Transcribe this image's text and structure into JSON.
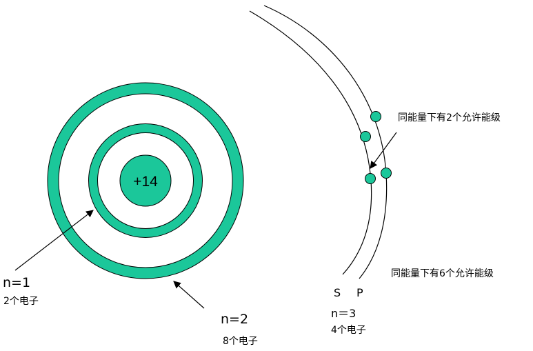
{
  "colors": {
    "shell_fill": "#1bc79a",
    "stroke": "#000000",
    "background": "#ffffff"
  },
  "nucleus": {
    "charge_label": "+14"
  },
  "shells": [
    {
      "n_label": "n=1",
      "electrons_label": "2个电子"
    },
    {
      "n_label": "n=2",
      "electrons_label": "8个电子"
    },
    {
      "n_label": "n＝3",
      "electrons_label": "4个电子"
    }
  ],
  "subshells": {
    "s_label": "S",
    "p_label": "P"
  },
  "annotations": {
    "s_levels": "同能量下有2个允许能级",
    "p_levels": "同能量下有6个允许能级"
  }
}
